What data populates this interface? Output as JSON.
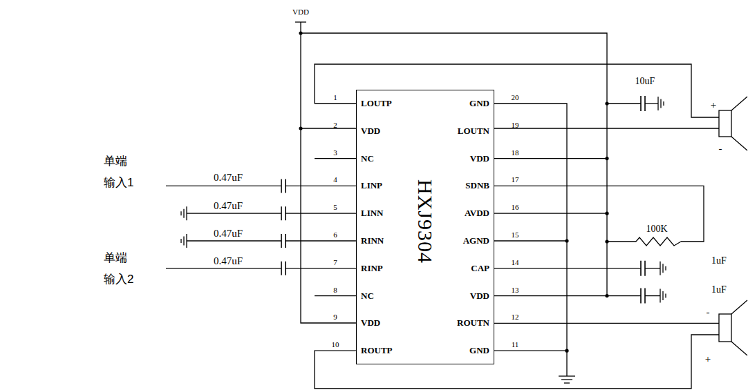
{
  "diagram": {
    "nodes": [
      {
        "text": [
          "HXJ9304"
        ]
      }
    ],
    "labels": [
      "VDD",
      "10uF",
      "+",
      "-",
      "单端 输入1",
      "0.47uF",
      "0.47uF",
      "0.47uF",
      "0.47uF",
      "100K",
      "1uF",
      "1uF",
      "单端 输入2",
      "-",
      "+",
      "1",
      "2",
      "3",
      "4",
      "5",
      "6",
      "7",
      "8",
      "9",
      "10",
      "11",
      "12",
      "13",
      "14",
      "15",
      "16",
      "17",
      "18",
      "19",
      "20",
      "LOUTP",
      "VDD",
      "NC",
      "LINP",
      "LINN",
      "RINN",
      "RINP",
      "NC",
      "VDD",
      "ROUTP",
      "GND",
      "ROUTN",
      "VDD",
      "CAP",
      "AGND",
      "AVDD",
      "SDNB",
      "VDD",
      "LOUTN",
      "GND"
    ]
  }
}
